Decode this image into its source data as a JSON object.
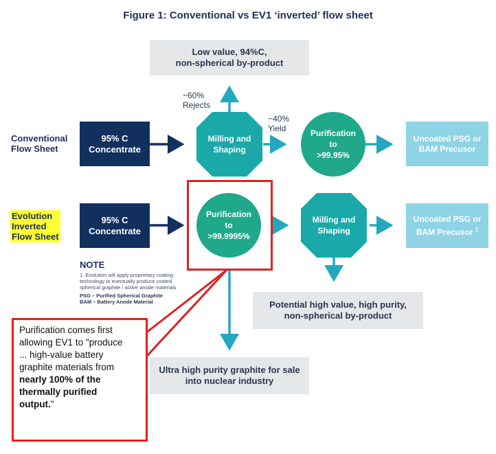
{
  "title": "Figure 1: Conventional vs EV1 ‘inverted’ flow sheet",
  "top_byproduct": {
    "line1": "Low value, 94%C,",
    "line2": "non-spherical by-product"
  },
  "rejects": {
    "line1": "~60%",
    "line2": "Rejects"
  },
  "yield": {
    "line1": "~40%",
    "line2": "Yield"
  },
  "conventional": {
    "label_line1": "Conventional",
    "label_line2": "Flow Sheet",
    "concentrate_line1": "95% C",
    "concentrate_line2": "Concentrate",
    "milling_line1": "Milling and",
    "milling_line2": "Shaping",
    "purification_line1": "Purification",
    "purification_line2": "to",
    "purification_line3": ">99.95%",
    "output_line1": "Uncoated PSG or",
    "output_line2": "BAM Precusor"
  },
  "evolution": {
    "label_line1": "Evolution",
    "label_line2": "Inverted",
    "label_line3": "Flow Sheet",
    "concentrate_line1": "95% C",
    "concentrate_line2": "Concentrate",
    "purification_line1": "Purification",
    "purification_line2": "to",
    "purification_line3": ">99.9995%",
    "milling_line1": "Milling and",
    "milling_line2": "Shaping",
    "output_line1": "Uncoated PSG or",
    "output_line2": "BAM Precusor",
    "output_sup": "1"
  },
  "note": {
    "title": "NOTE",
    "line1": "1. Evolution will apply proprietary coating",
    "line2": "technology to eventually produce coated",
    "line3": "spherical graphite / active anode materials",
    "psg": "PSG – Purified Spherical Graphite",
    "bam": "BAM – Battery Anode Material"
  },
  "potential_byproduct": {
    "line1": "Potential high value, high purity,",
    "line2": "non-spherical by-product"
  },
  "nuclear": {
    "line1": "Ultra high purity graphite for sale",
    "line2": "into nuclear industry"
  },
  "callout": {
    "line1": "Purification comes first",
    "line2": "allowing EV1 to \"produce",
    "line3": "... high-value battery",
    "line4": "graphite materials from",
    "bold1": "nearly 100% of the",
    "bold2": "thermally purified",
    "bold3": "output.",
    "tail": "\""
  },
  "colors": {
    "navy": "#12305e",
    "teal": "#1aa9a8",
    "green": "#1fa88a",
    "light_blue": "#8fd3e6",
    "arrow": "#22a9c0",
    "red": "#e02020",
    "highlight": "#ffff33"
  }
}
